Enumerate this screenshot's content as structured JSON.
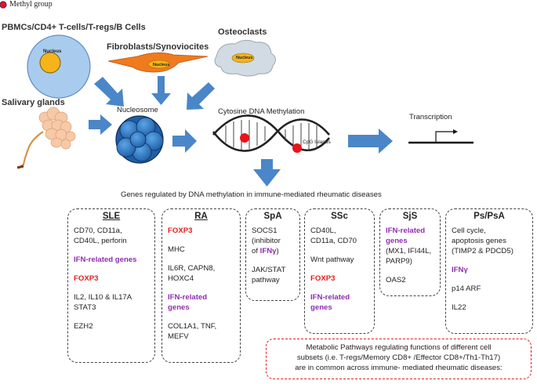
{
  "legend": {
    "label": "Methyl group",
    "color": "#e8141b"
  },
  "cells": {
    "pbmc": "PBMCs/CD4+ T-cells/T-regs/B Cells",
    "pbmc_nucleus": "Nucleus",
    "fibro": "Fibroblasts/Synoviocites",
    "fibro_nucleus": "Nucleus",
    "osteo": "Osteoclasts",
    "osteo_nucleus": "Nucleus",
    "salivary": "Salivary glands"
  },
  "process": {
    "nucleosome": "Nucleosome",
    "methylation": "Cytosine DNA Methylation",
    "cpg": "CpG Islands",
    "transcription": "Transcription",
    "genes_title": "Genes regulated by DNA methylation in immune-mediated rheumatic diseases"
  },
  "diseases": [
    {
      "name": "SLE",
      "items": [
        {
          "text": "CD70, CD11a,",
          "style": "n"
        },
        {
          "text": "CD40L, perforin",
          "style": "n"
        },
        {
          "text": "",
          "style": "gap"
        },
        {
          "text": "IFN-related genes",
          "style": "p"
        },
        {
          "text": "",
          "style": "gap"
        },
        {
          "text": "FOXP3",
          "style": "r"
        },
        {
          "text": "",
          "style": "gap"
        },
        {
          "text": "IL2, IL10 & IL17A",
          "style": "n"
        },
        {
          "text": "STAT3",
          "style": "n"
        },
        {
          "text": "",
          "style": "gap"
        },
        {
          "text": "EZH2",
          "style": "n"
        }
      ]
    },
    {
      "name": "RA",
      "items": [
        {
          "text": "FOXP3",
          "style": "r"
        },
        {
          "text": "",
          "style": "gap"
        },
        {
          "text": "MHC",
          "style": "n"
        },
        {
          "text": "",
          "style": "gap"
        },
        {
          "text": "IL6R, CAPN8,",
          "style": "n"
        },
        {
          "text": "HOXC4",
          "style": "n"
        },
        {
          "text": "",
          "style": "gap"
        },
        {
          "text": "IFN-related",
          "style": "p"
        },
        {
          "text": "genes",
          "style": "p"
        },
        {
          "text": "",
          "style": "gap"
        },
        {
          "text": "COL1A1, TNF,",
          "style": "n"
        },
        {
          "text": "MEFV",
          "style": "n"
        }
      ]
    },
    {
      "name": "SpA",
      "items": [
        {
          "text": "SOCS1",
          "style": "n"
        },
        {
          "text": "(inhibitor",
          "style": "n"
        },
        {
          "text": "of IFNγ)",
          "style": "mix"
        },
        {
          "text": "",
          "style": "gap"
        },
        {
          "text": "JAK/STAT",
          "style": "n"
        },
        {
          "text": "pathway",
          "style": "n"
        }
      ]
    },
    {
      "name": "SSc",
      "items": [
        {
          "text": "CD40L,",
          "style": "n"
        },
        {
          "text": "CD11a, CD70",
          "style": "n"
        },
        {
          "text": "",
          "style": "gap"
        },
        {
          "text": "Wnt pathway",
          "style": "n"
        },
        {
          "text": "",
          "style": "gap"
        },
        {
          "text": "FOXP3",
          "style": "r"
        },
        {
          "text": "",
          "style": "gap"
        },
        {
          "text": "IFN-related",
          "style": "p"
        },
        {
          "text": "genes",
          "style": "p"
        }
      ]
    },
    {
      "name": "SjS",
      "items": [
        {
          "text": "IFN-related",
          "style": "p"
        },
        {
          "text": "genes",
          "style": "p"
        },
        {
          "text": "(MX1, IFI44L,",
          "style": "n"
        },
        {
          "text": "PARP9)",
          "style": "n"
        },
        {
          "text": "",
          "style": "gap"
        },
        {
          "text": "OAS2",
          "style": "n"
        }
      ]
    },
    {
      "name": "Ps/PsA",
      "items": [
        {
          "text": "Cell cycle,",
          "style": "n"
        },
        {
          "text": "apoptosis genes",
          "style": "n"
        },
        {
          "text": "(TIMP2 & PDCD5)",
          "style": "n"
        },
        {
          "text": "",
          "style": "gap"
        },
        {
          "text": "IFNγ",
          "style": "p"
        },
        {
          "text": "",
          "style": "gap"
        },
        {
          "text": "p14 ARF",
          "style": "n"
        },
        {
          "text": "",
          "style": "gap"
        },
        {
          "text": "IL22",
          "style": "n"
        }
      ]
    }
  ],
  "spa_mix": {
    "prefix": "of ",
    "highlight": "IFNγ",
    "suffix": ")"
  },
  "metabolic": {
    "line1": "Metabolic Pathways regulating functions of different cell",
    "line2": "subsets (i.e. T-regs/Memory CD8+ /Effector CD8+/Th1-Th17)",
    "line3": "are in common across immune- mediated rheumatic diseases:"
  },
  "colors": {
    "arrow": "#4a86c8",
    "nucleus": "#f5b41a",
    "cell": "#a9cbee",
    "fibro": "#f07a1e",
    "methyl": "#e8141b"
  }
}
